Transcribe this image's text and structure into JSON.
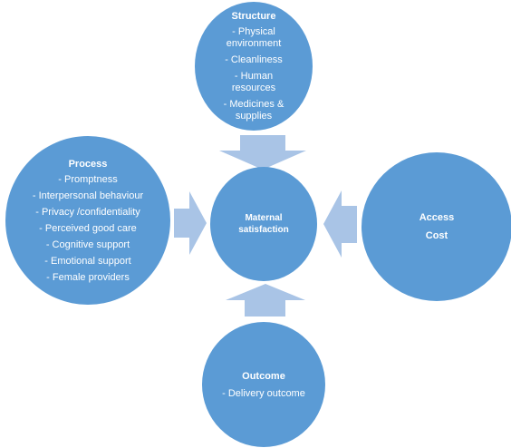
{
  "colors": {
    "circle_fill": "#5b9bd5",
    "arrow_fill": "#a9c4e6",
    "text": "#ffffff"
  },
  "center": {
    "line1": "Maternal",
    "line2": "satisfaction"
  },
  "structure": {
    "title": "Structure",
    "items": [
      "- Physical environment",
      "- Cleanliness",
      "- Human resources",
      "- Medicines & supplies"
    ]
  },
  "process": {
    "title": "Process",
    "items": [
      "- Promptness",
      "- Interpersonal behaviour",
      "- Privacy /confidentiality",
      "- Perceived good care",
      "- Cognitive support",
      "- Emotional support",
      "- Female providers"
    ]
  },
  "access": {
    "line1": "Access",
    "line2": "Cost"
  },
  "outcome": {
    "title": "Outcome",
    "items": [
      "- Delivery outcome"
    ]
  },
  "arrows": [
    {
      "name": "arrow-structure-to-center",
      "direction": "down"
    },
    {
      "name": "arrow-process-to-center",
      "direction": "right"
    },
    {
      "name": "arrow-access-to-center",
      "direction": "left"
    },
    {
      "name": "arrow-outcome-to-center",
      "direction": "up"
    }
  ]
}
